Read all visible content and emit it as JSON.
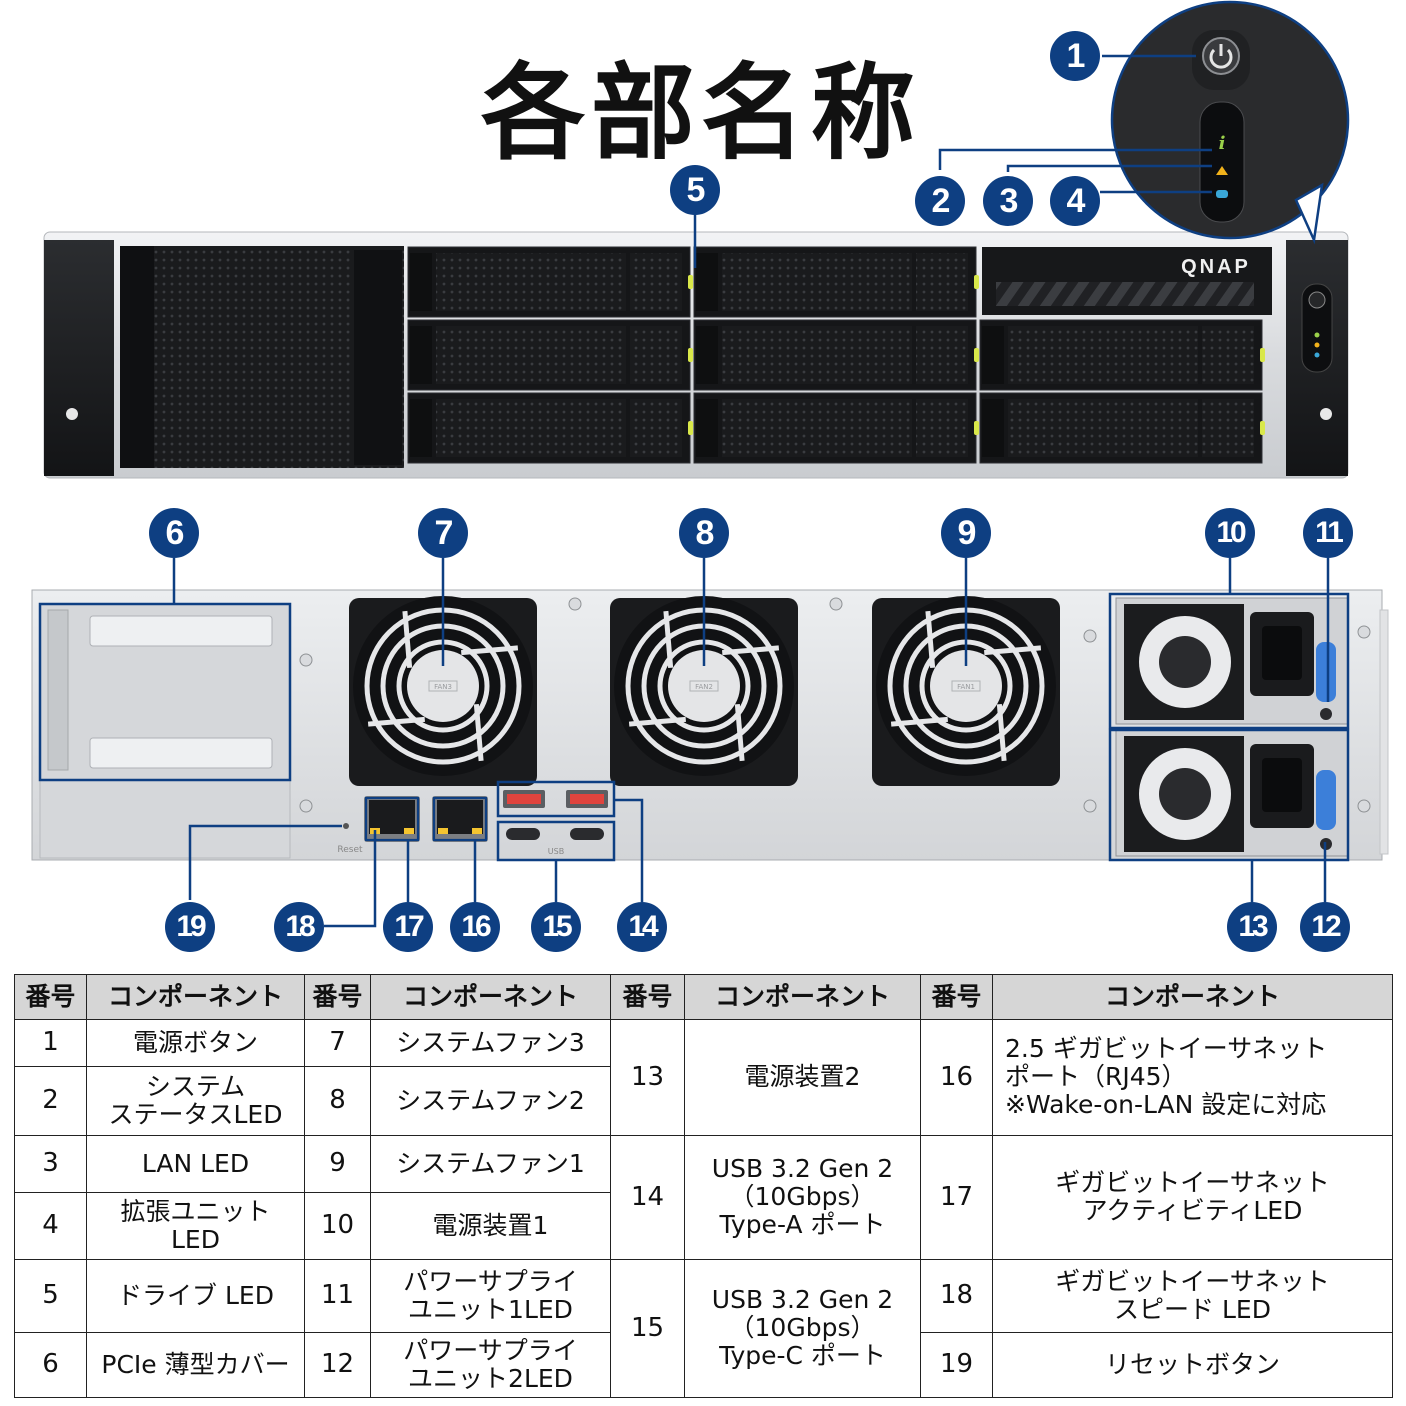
{
  "title": "各部名称",
  "brand": "QNAP",
  "colors": {
    "badge": "#0e3f82",
    "line": "#0e3f82",
    "header_bg": "#d6d6d6"
  },
  "rear_labels": {
    "fan3": "FAN3",
    "fan2": "FAN2",
    "fan1": "FAN1",
    "reset": "Reset",
    "usb": "USB"
  },
  "callouts": [
    "1",
    "2",
    "3",
    "4",
    "5",
    "6",
    "7",
    "8",
    "9",
    "10",
    "11",
    "12",
    "13",
    "14",
    "15",
    "16",
    "17",
    "18",
    "19"
  ],
  "table": {
    "headers": {
      "num": "番号",
      "component": "コンポーネント"
    },
    "items": [
      {
        "num": "1",
        "name": "電源ボタン"
      },
      {
        "num": "2",
        "name": "システム\nステータスLED"
      },
      {
        "num": "3",
        "name": "LAN LED"
      },
      {
        "num": "4",
        "name": "拡張ユニット\nLED"
      },
      {
        "num": "5",
        "name": "ドライブ LED"
      },
      {
        "num": "6",
        "name": "PCIe 薄型カバー"
      },
      {
        "num": "7",
        "name": "システムファン3"
      },
      {
        "num": "8",
        "name": "システムファン2"
      },
      {
        "num": "9",
        "name": "システムファン1"
      },
      {
        "num": "10",
        "name": "電源装置1"
      },
      {
        "num": "11",
        "name": "パワーサプライ\nユニット1LED"
      },
      {
        "num": "12",
        "name": "パワーサプライ\nユニット2LED"
      },
      {
        "num": "13",
        "name": "電源装置2"
      },
      {
        "num": "14",
        "name": "USB 3.2 Gen 2\n（10Gbps）\nType-A ポート"
      },
      {
        "num": "15",
        "name": "USB 3.2 Gen 2\n（10Gbps）\nType-C ポート"
      },
      {
        "num": "16",
        "name": "2.5 ギガビットイーサネット\nポート（RJ45）\n※Wake-on-LAN 設定に対応"
      },
      {
        "num": "17",
        "name": "ギガビットイーサネット\nアクティビティLED"
      },
      {
        "num": "18",
        "name": "ギガビットイーサネット\nスピード LED"
      },
      {
        "num": "19",
        "name": "リセットボタン"
      }
    ]
  }
}
